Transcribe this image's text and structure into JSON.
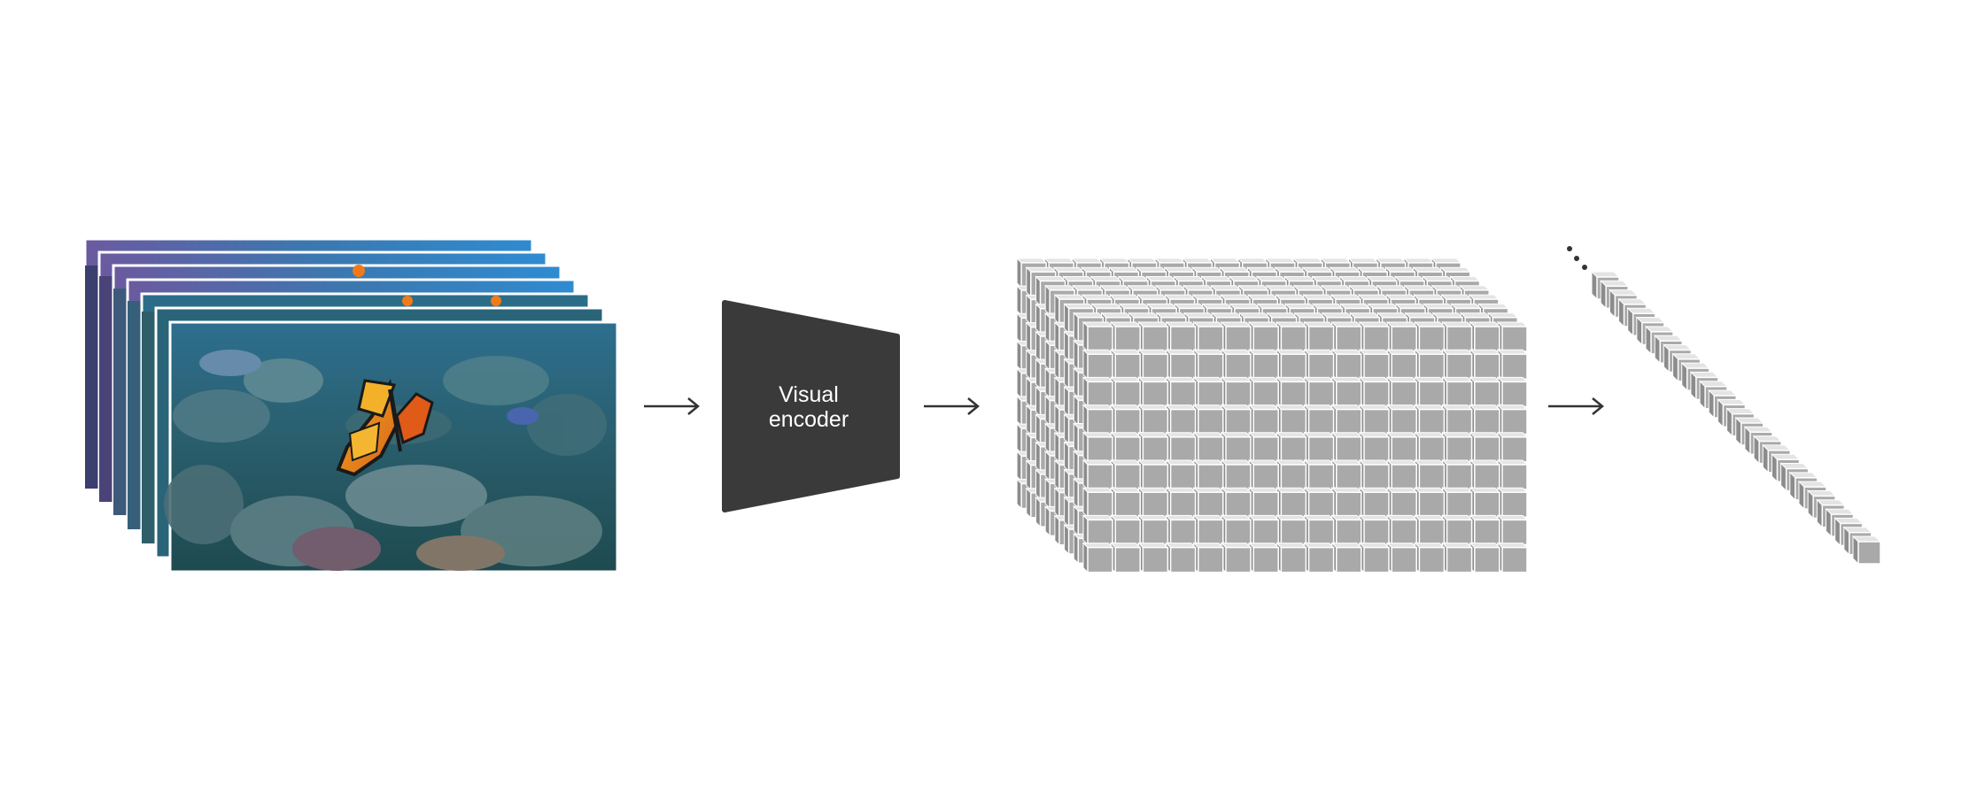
{
  "encoder": {
    "label_line1": "Visual",
    "label_line2": "encoder"
  },
  "colors": {
    "background": "#ffffff",
    "encoder_fill": "#3a3a3a",
    "arrow": "#333333",
    "cube_front": "#a9a9a9",
    "cube_top": "#e4e4e4",
    "cube_side": "#8c8c8c",
    "cube_edge": "#ffffff"
  },
  "icons": {
    "frames": "video-frames-stack",
    "encoder": "trapezoid-encoder-block",
    "grid": "token-grid-3d",
    "sequence": "flattened-token-sequence",
    "ellipsis": "ellipsis-dots"
  }
}
